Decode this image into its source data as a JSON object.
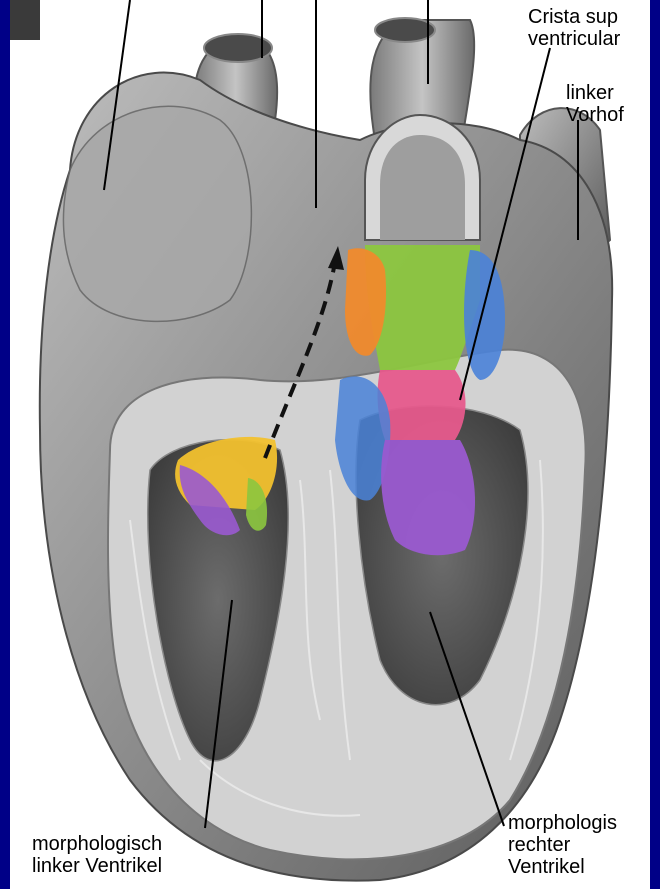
{
  "figure": {
    "labels": {
      "crista": [
        "Crista sup",
        "ventricular"
      ],
      "linker_vorhof": [
        "linker",
        "Vorhof"
      ],
      "morph_left": [
        "morphologisch",
        "linker Ventrikel"
      ],
      "morph_right": [
        "morphologis",
        "rechter",
        "Ventrikel"
      ]
    },
    "colors": {
      "background": "#000087",
      "page": "#ffffff",
      "heart": "#9a9a9a",
      "heart_dark": "#5e5e5e",
      "cut_surface": "#cfcfcf",
      "green": "#8cc63f",
      "orange": "#f08a2c",
      "blue": "#4a82d8",
      "pink": "#e65a8c",
      "purple": "#9a5ad0",
      "yellow": "#f2c12e"
    }
  }
}
